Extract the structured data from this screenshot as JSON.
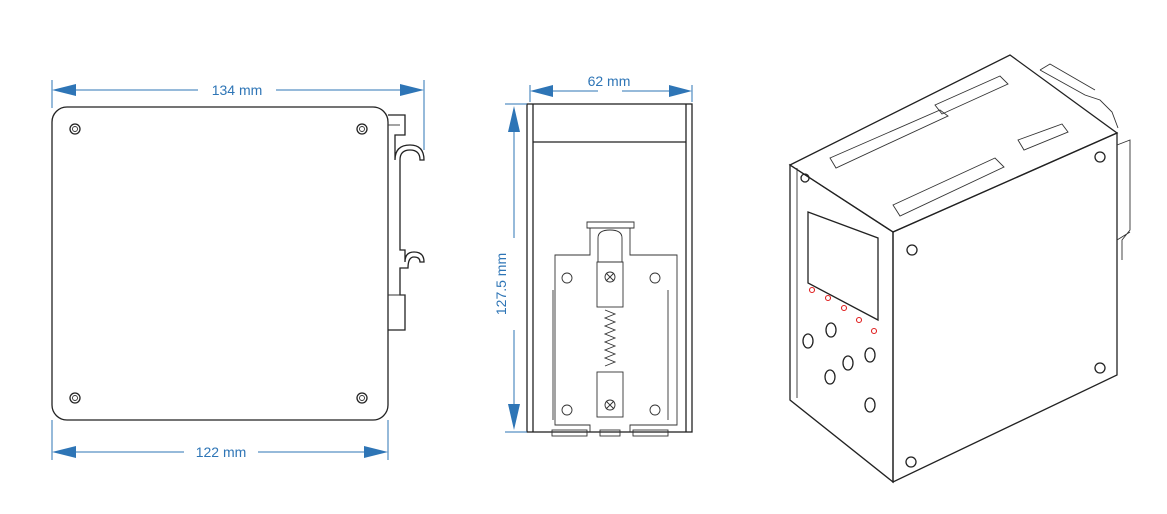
{
  "dimensions": {
    "front_width": "134 mm",
    "front_body_width": "122 mm",
    "side_depth": "62 mm",
    "side_height": "127.5 mm"
  },
  "colors": {
    "dimension": "#2e75b6",
    "led": "#e02020",
    "line": "#222222"
  }
}
